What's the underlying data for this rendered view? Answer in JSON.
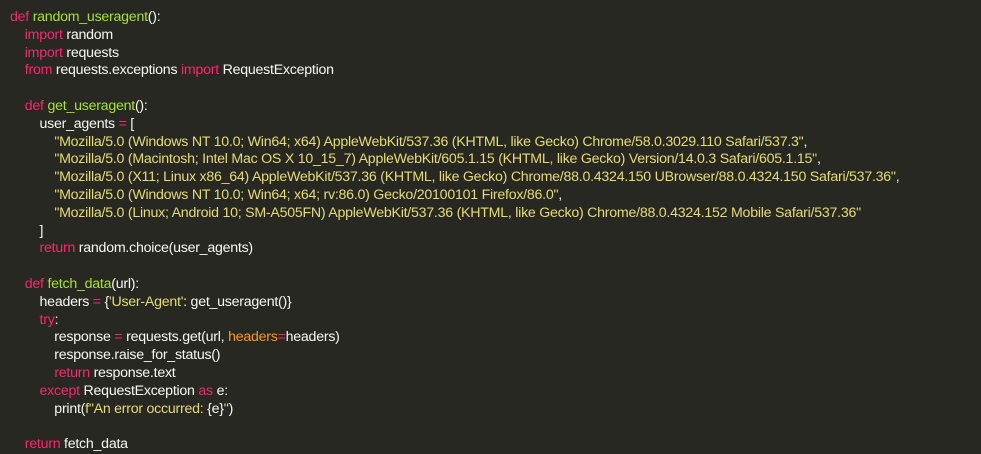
{
  "colors": {
    "background": "#272822",
    "default": "#f8f8f2",
    "keyword": "#f92672",
    "function": "#a6e22e",
    "string": "#e6db74",
    "parameter": "#fd971f"
  },
  "code_lines": [
    [
      {
        "t": "def",
        "c": "keyword"
      },
      {
        "t": " "
      },
      {
        "t": "random_useragent",
        "c": "function"
      },
      {
        "t": "():"
      }
    ],
    [
      {
        "t": "    "
      },
      {
        "t": "import",
        "c": "keyword"
      },
      {
        "t": " random"
      }
    ],
    [
      {
        "t": "    "
      },
      {
        "t": "import",
        "c": "keyword"
      },
      {
        "t": " requests"
      }
    ],
    [
      {
        "t": "    "
      },
      {
        "t": "from",
        "c": "keyword"
      },
      {
        "t": " requests.exceptions "
      },
      {
        "t": "import",
        "c": "keyword"
      },
      {
        "t": " RequestException"
      }
    ],
    [],
    [
      {
        "t": "    "
      },
      {
        "t": "def",
        "c": "keyword"
      },
      {
        "t": " "
      },
      {
        "t": "get_useragent",
        "c": "function"
      },
      {
        "t": "():"
      }
    ],
    [
      {
        "t": "        user_agents "
      },
      {
        "t": "=",
        "c": "keyword"
      },
      {
        "t": " ["
      }
    ],
    [
      {
        "t": "            "
      },
      {
        "t": "\"Mozilla/5.0 (Windows NT 10.0; Win64; x64) AppleWebKit/537.36 (KHTML, like Gecko) Chrome/58.0.3029.110 Safari/537.3\"",
        "c": "string"
      },
      {
        "t": ","
      }
    ],
    [
      {
        "t": "            "
      },
      {
        "t": "\"Mozilla/5.0 (Macintosh; Intel Mac OS X 10_15_7) AppleWebKit/605.1.15 (KHTML, like Gecko) Version/14.0.3 Safari/605.1.15\"",
        "c": "string"
      },
      {
        "t": ","
      }
    ],
    [
      {
        "t": "            "
      },
      {
        "t": "\"Mozilla/5.0 (X11; Linux x86_64) AppleWebKit/537.36 (KHTML, like Gecko) Chrome/88.0.4324.150 UBrowser/88.0.4324.150 Safari/537.36\"",
        "c": "string"
      },
      {
        "t": ","
      }
    ],
    [
      {
        "t": "            "
      },
      {
        "t": "\"Mozilla/5.0 (Windows NT 10.0; Win64; x64; rv:86.0) Gecko/20100101 Firefox/86.0\"",
        "c": "string"
      },
      {
        "t": ","
      }
    ],
    [
      {
        "t": "            "
      },
      {
        "t": "\"Mozilla/5.0 (Linux; Android 10; SM-A505FN) AppleWebKit/537.36 (KHTML, like Gecko) Chrome/88.0.4324.152 Mobile Safari/537.36\"",
        "c": "string"
      }
    ],
    [
      {
        "t": "        ]"
      }
    ],
    [
      {
        "t": "        "
      },
      {
        "t": "return",
        "c": "keyword"
      },
      {
        "t": " random.choice(user_agents)"
      }
    ],
    [],
    [
      {
        "t": "    "
      },
      {
        "t": "def",
        "c": "keyword"
      },
      {
        "t": " "
      },
      {
        "t": "fetch_data",
        "c": "function"
      },
      {
        "t": "(url):"
      }
    ],
    [
      {
        "t": "        headers "
      },
      {
        "t": "=",
        "c": "keyword"
      },
      {
        "t": " {"
      },
      {
        "t": "'User-Agent'",
        "c": "string"
      },
      {
        "t": ": get_useragent()}"
      }
    ],
    [
      {
        "t": "        "
      },
      {
        "t": "try",
        "c": "keyword"
      },
      {
        "t": ":"
      }
    ],
    [
      {
        "t": "            response "
      },
      {
        "t": "=",
        "c": "keyword"
      },
      {
        "t": " requests.get(url, "
      },
      {
        "t": "headers",
        "c": "parameter"
      },
      {
        "t": "=",
        "c": "keyword"
      },
      {
        "t": "headers)"
      }
    ],
    [
      {
        "t": "            response.raise_for_status()"
      }
    ],
    [
      {
        "t": "            "
      },
      {
        "t": "return",
        "c": "keyword"
      },
      {
        "t": " response.text"
      }
    ],
    [
      {
        "t": "        "
      },
      {
        "t": "except",
        "c": "keyword"
      },
      {
        "t": " RequestException "
      },
      {
        "t": "as",
        "c": "keyword"
      },
      {
        "t": " e:"
      }
    ],
    [
      {
        "t": "            print("
      },
      {
        "t": "f\"An error occurred: ",
        "c": "string"
      },
      {
        "t": "{e}"
      },
      {
        "t": "\"",
        "c": "string"
      },
      {
        "t": ")"
      }
    ],
    [],
    [
      {
        "t": "    "
      },
      {
        "t": "return",
        "c": "keyword"
      },
      {
        "t": " fetch_data"
      }
    ]
  ]
}
